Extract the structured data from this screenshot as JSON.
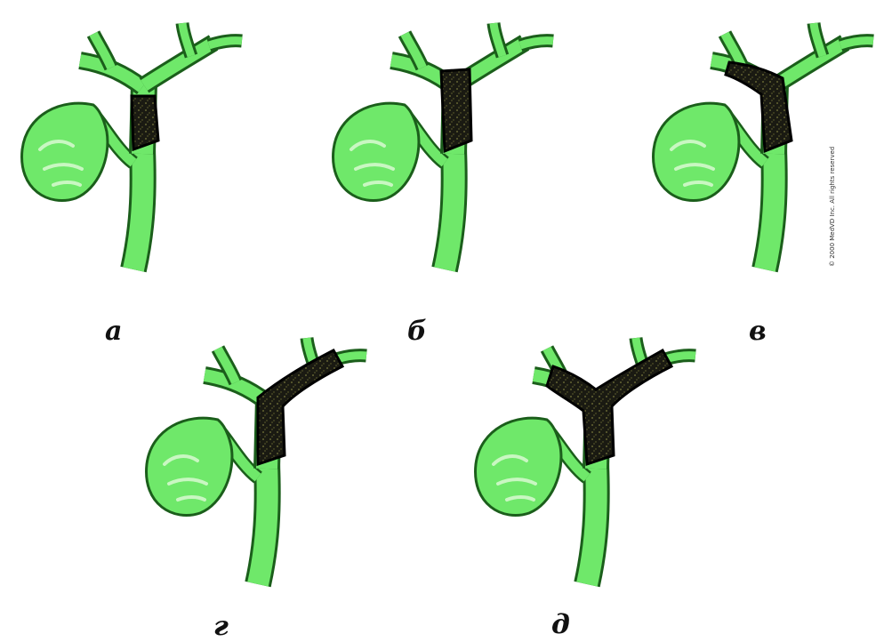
{
  "figure": {
    "panels": [
      {
        "label": "а",
        "tumor_extent": "common hepatic duct below the bifurcation"
      },
      {
        "label": "б",
        "tumor_extent": "common hepatic duct reaching the bifurcation"
      },
      {
        "label": "в",
        "tumor_extent": "bifurcation and right hepatic duct"
      },
      {
        "label": "г",
        "tumor_extent": "bifurcation and left hepatic duct"
      },
      {
        "label": "д",
        "tumor_extent": "bifurcation and both hepatic ducts"
      }
    ],
    "copyright": "© 2000 MedVD Inc. All rights reserved",
    "colors": {
      "duct_fill": "#6fe86a",
      "duct_outline": "#1b5e1b",
      "duct_highlight": "#c9f7c2",
      "tumor_fill": "#1a1a12",
      "tumor_speckle": "#7a7a3c",
      "background": "#ffffff"
    }
  }
}
